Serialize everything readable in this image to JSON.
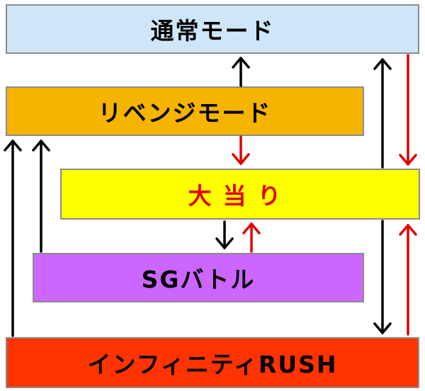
{
  "boxes": {
    "normal": {
      "label": "通常モード",
      "fill": "#cfe6f8",
      "text_color": "#000000"
    },
    "revenge": {
      "label": "リベンジモード",
      "fill": "#f5b400",
      "text_color": "#000000"
    },
    "jackpot": {
      "label": "大当り",
      "fill": "#ffff00",
      "text_color": "#e00000"
    },
    "battle": {
      "label": "SGバトル",
      "fill": "#cc66ff",
      "text_color": "#000000"
    },
    "rush": {
      "label": "インフィニティRUSH",
      "fill": "#ff3300",
      "text_color": "#000000"
    }
  },
  "colors": {
    "black_arrow": "#000000",
    "red_arrow": "#e00000",
    "box_border": "#8c8c8c"
  }
}
